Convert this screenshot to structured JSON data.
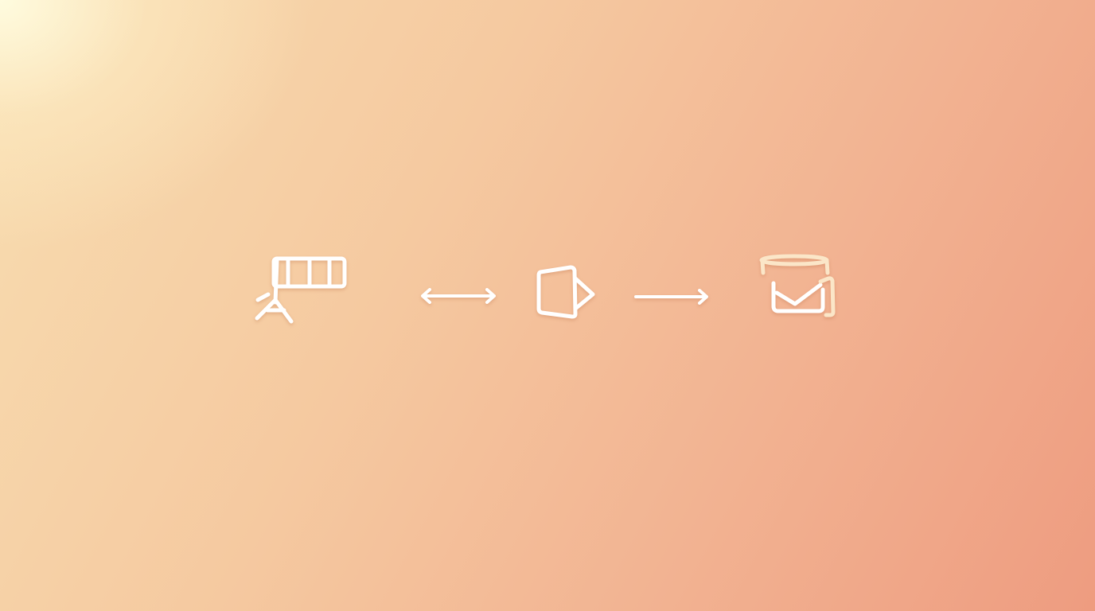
{
  "canvas": {
    "background_colors": [
      "#fdf5d8",
      "#f8ddb0",
      "#f5c9a0",
      "#f2b392",
      "#ee9c80"
    ],
    "stroke_color": "#ffffff",
    "accent_stroke_color": "#fbe6c8"
  },
  "flow": {
    "nodes": [
      {
        "id": "source",
        "icon": "survey-easel-icon"
      },
      {
        "id": "processor",
        "icon": "trapezoid-play-icon"
      },
      {
        "id": "destination",
        "icon": "container-check-icon"
      }
    ],
    "edges": [
      {
        "from": "source",
        "to": "processor",
        "direction": "bidirectional",
        "icon": "double-arrow-icon"
      },
      {
        "from": "processor",
        "to": "destination",
        "direction": "forward",
        "icon": "right-arrow-icon"
      }
    ]
  }
}
